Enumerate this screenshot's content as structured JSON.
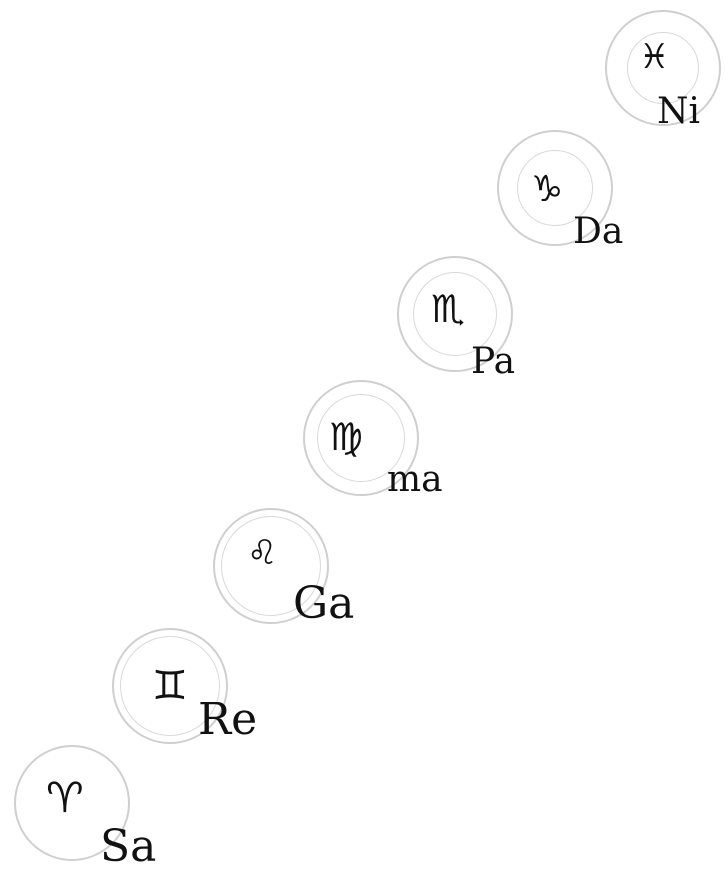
{
  "notes": [
    {
      "glyph": "♈",
      "icon": "aries-icon",
      "label": "Sa"
    },
    {
      "glyph": "♊",
      "icon": "gemini-icon",
      "label": "Re"
    },
    {
      "glyph": "♌",
      "icon": "leo-icon",
      "label": "Ga"
    },
    {
      "glyph": "♍",
      "icon": "virgo-icon",
      "label": "ma"
    },
    {
      "glyph": "♏",
      "icon": "scorpio-icon",
      "label": "Pa"
    },
    {
      "glyph": "♑",
      "icon": "capricorn-icon",
      "label": "Da"
    },
    {
      "glyph": "♓",
      "icon": "pisces-icon",
      "label": "Ni"
    }
  ],
  "colors": {
    "ring": "#cfcfcf",
    "text": "#111111",
    "background": "#ffffff"
  }
}
